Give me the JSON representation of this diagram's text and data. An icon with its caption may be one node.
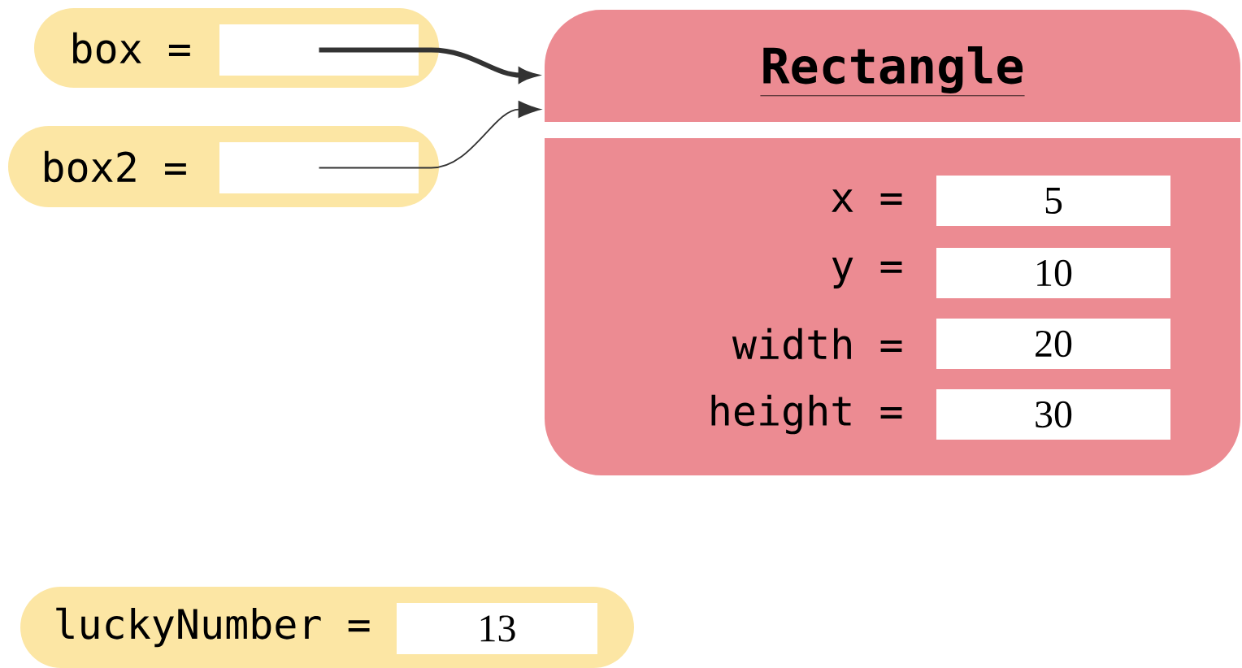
{
  "diagram": {
    "nodes": [
      {
        "text": [
          "box ="
        ]
      },
      {
        "text": [],
        "shape": "box",
        "in": 0
      },
      {
        "text": [
          "box2 ="
        ]
      },
      {
        "text": [],
        "shape": "box",
        "in": 2
      },
      {
        "text": [
          "Rectangle"
        ]
      },
      {
        "text": [
          "5"
        ],
        "in": 4,
        "beside": [
          "x ="
        ]
      },
      {
        "text": [
          "10"
        ],
        "in": 4,
        "beside": [
          "y ="
        ]
      },
      {
        "text": [
          "20"
        ],
        "in": 4,
        "beside": [
          "width ="
        ]
      },
      {
        "text": [
          "30"
        ],
        "in": 4,
        "beside": [
          "height ="
        ]
      },
      {
        "text": [
          "luckyNumber ="
        ]
      },
      {
        "text": [
          "13"
        ],
        "in": 9
      }
    ],
    "edges": [
      {
        "from": 1,
        "to": 4,
        "arrow": "to",
        "style": "thick"
      },
      {
        "from": 3,
        "to": 4,
        "arrow": "to"
      }
    ]
  }
}
